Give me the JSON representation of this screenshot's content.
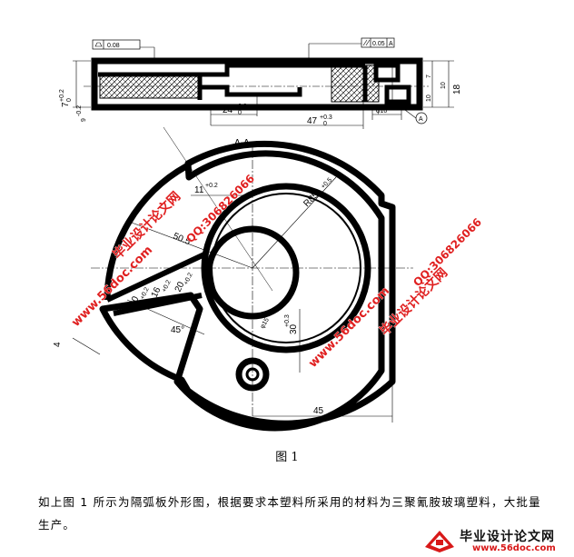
{
  "drawing": {
    "section_label": "A-A",
    "datum_label": "A",
    "watermark_site_name": "毕业设计论文网",
    "watermark_url": "www.56doc.com",
    "watermark_qq": "QQ:306826066",
    "gdt": {
      "flatness": "0.08",
      "parallelism_value": "0.05",
      "parallelism_datum": "A"
    },
    "dims": {
      "h_24": "24",
      "h_24_tol_upper": "+0.3",
      "h_24_tol_lower": "0",
      "h_47": "47",
      "h_47_tol_upper": "+0.3",
      "h_47_tol_lower": "0",
      "left_7": "7",
      "left_7_tol": "+0.2",
      "left_7_tol_lower": "0",
      "left_9": "9",
      "left_9_tol": "-0.2",
      "right_10": "10",
      "right_18": "18",
      "right_7": "7",
      "right_10b": "10",
      "phi_small": "φ10",
      "r_11": "11",
      "r_11_tol": "+0.2",
      "r_50_5": "50.5",
      "r_85": "R85",
      "r_85_tol": "+0.5",
      "r_20": "20",
      "r_20_tol": "+0.2",
      "r_16": "16",
      "r_16_tol": "+0.2",
      "r_20b": "20",
      "r_20b_tol": "+0.2",
      "angle_45": "45°",
      "phi_center": "φ15",
      "h_30": "30",
      "h_30_tol": "+0.3",
      "bottom_45": "45",
      "left_4": "4"
    }
  },
  "figure_caption": "图 1",
  "description": "如上图 1 所示为隔弧板外形图，根据要求本塑料所采用的材料为三聚氰胺玻璃塑料，大批量生产。",
  "logo": {
    "title": "毕业设计论文网",
    "url": "www.56doc.com"
  }
}
